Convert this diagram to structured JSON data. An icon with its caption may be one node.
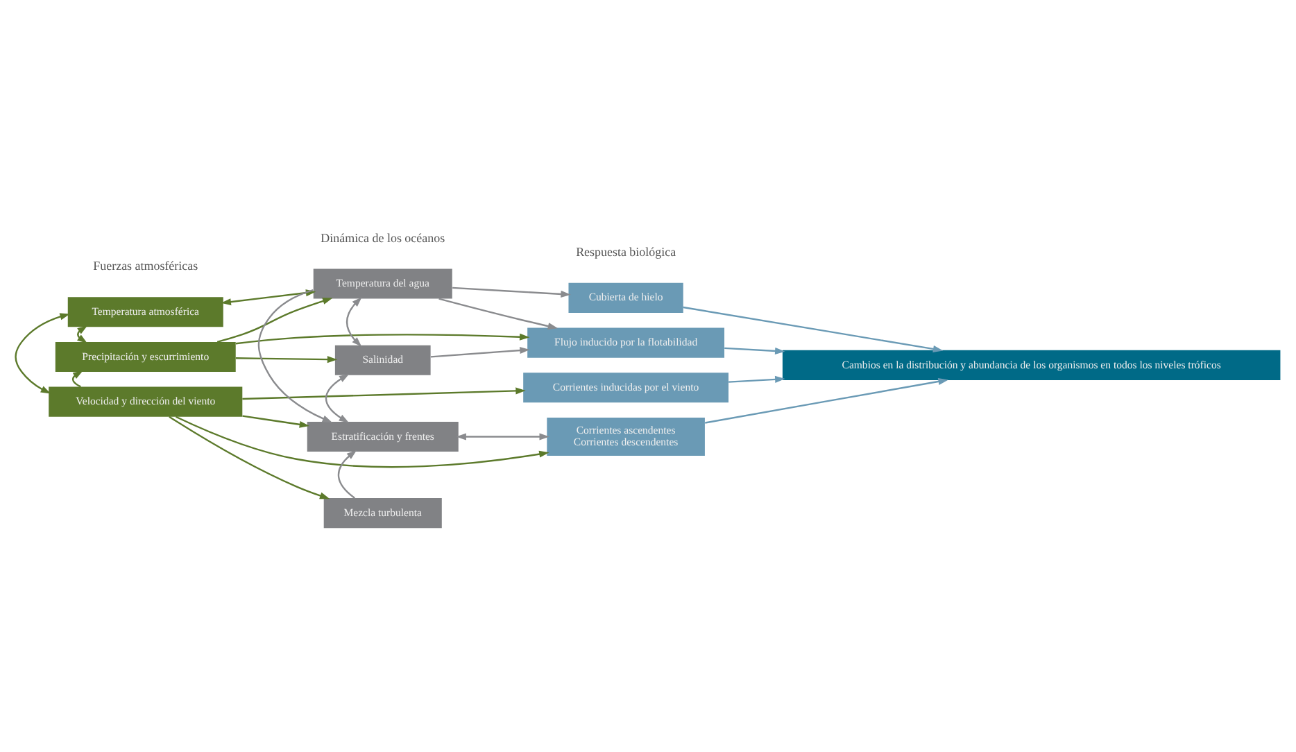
{
  "diagram": {
    "nodes": [
      {
        "text": [
          "Temperatura atmosférica"
        ]
      },
      {
        "text": [
          "Precipitación y escurrimiento"
        ]
      },
      {
        "text": [
          "Velocidad y dirección del viento"
        ]
      },
      {
        "text": [
          "Temperatura del agua"
        ]
      },
      {
        "text": [
          "Salinidad"
        ]
      },
      {
        "text": [
          "Estratificación y frentes"
        ]
      },
      {
        "text": [
          "Mezcla turbulenta"
        ]
      },
      {
        "text": [
          "Cubierta de hielo"
        ]
      },
      {
        "text": [
          "Flujo inducido por la flotabilidad"
        ]
      },
      {
        "text": [
          "Corrientes inducidas por el viento"
        ]
      },
      {
        "text": [
          "Corrientes ascendentes",
          "Corrientes descendentes"
        ]
      },
      {
        "text": [
          "Cambios en la distribución y abundancia de los organismos en todos los niveles tróficos"
        ]
      }
    ],
    "edges": [
      {
        "from": 0,
        "to": 3,
        "arrow": "both"
      },
      {
        "from": 0,
        "to": 1,
        "arrow": "both"
      },
      {
        "from": 1,
        "to": 3,
        "arrow": "to"
      },
      {
        "from": 1,
        "to": 8,
        "arrow": "to"
      },
      {
        "from": 1,
        "to": 4,
        "arrow": "to"
      },
      {
        "from": 2,
        "to": 0,
        "arrow": "both"
      },
      {
        "from": 2,
        "to": 1,
        "arrow": "to"
      },
      {
        "from": 2,
        "to": 5,
        "arrow": "to"
      },
      {
        "from": 2,
        "to": 9,
        "arrow": "to"
      },
      {
        "from": 2,
        "to": 10,
        "arrow": "to"
      },
      {
        "from": 2,
        "to": 6,
        "arrow": "to"
      },
      {
        "from": 3,
        "to": 7,
        "arrow": "to",
        "color": "#8a8b8e"
      },
      {
        "from": 3,
        "to": 8,
        "arrow": "to",
        "color": "#8a8b8e"
      },
      {
        "from": 3,
        "to": 4,
        "arrow": "both",
        "color": "#8a8b8e"
      },
      {
        "from": 3,
        "to": 5,
        "arrow": "to",
        "color": "#8a8b8e"
      },
      {
        "from": 4,
        "to": 8,
        "arrow": "to",
        "color": "#8a8b8e"
      },
      {
        "from": 4,
        "to": 5,
        "arrow": "both",
        "color": "#8a8b8e"
      },
      {
        "from": 6,
        "to": 5,
        "arrow": "to",
        "color": "#8a8b8e"
      },
      {
        "from": 5,
        "to": 10,
        "arrow": "both",
        "color": "#8a8b8e"
      },
      {
        "from": 7,
        "to": 11,
        "arrow": "to",
        "color": "#6a9ab5"
      },
      {
        "from": 8,
        "to": 11,
        "arrow": "to",
        "color": "#6a9ab5"
      },
      {
        "from": 9,
        "to": 11,
        "arrow": "to",
        "color": "#6a9ab5"
      },
      {
        "from": 10,
        "to": 11,
        "arrow": "to",
        "color": "#6a9ab5"
      }
    ],
    "labels": [
      "Fuerzas atmosféricas",
      "Dinámica de los océanos",
      "Respuesta biológica"
    ]
  }
}
